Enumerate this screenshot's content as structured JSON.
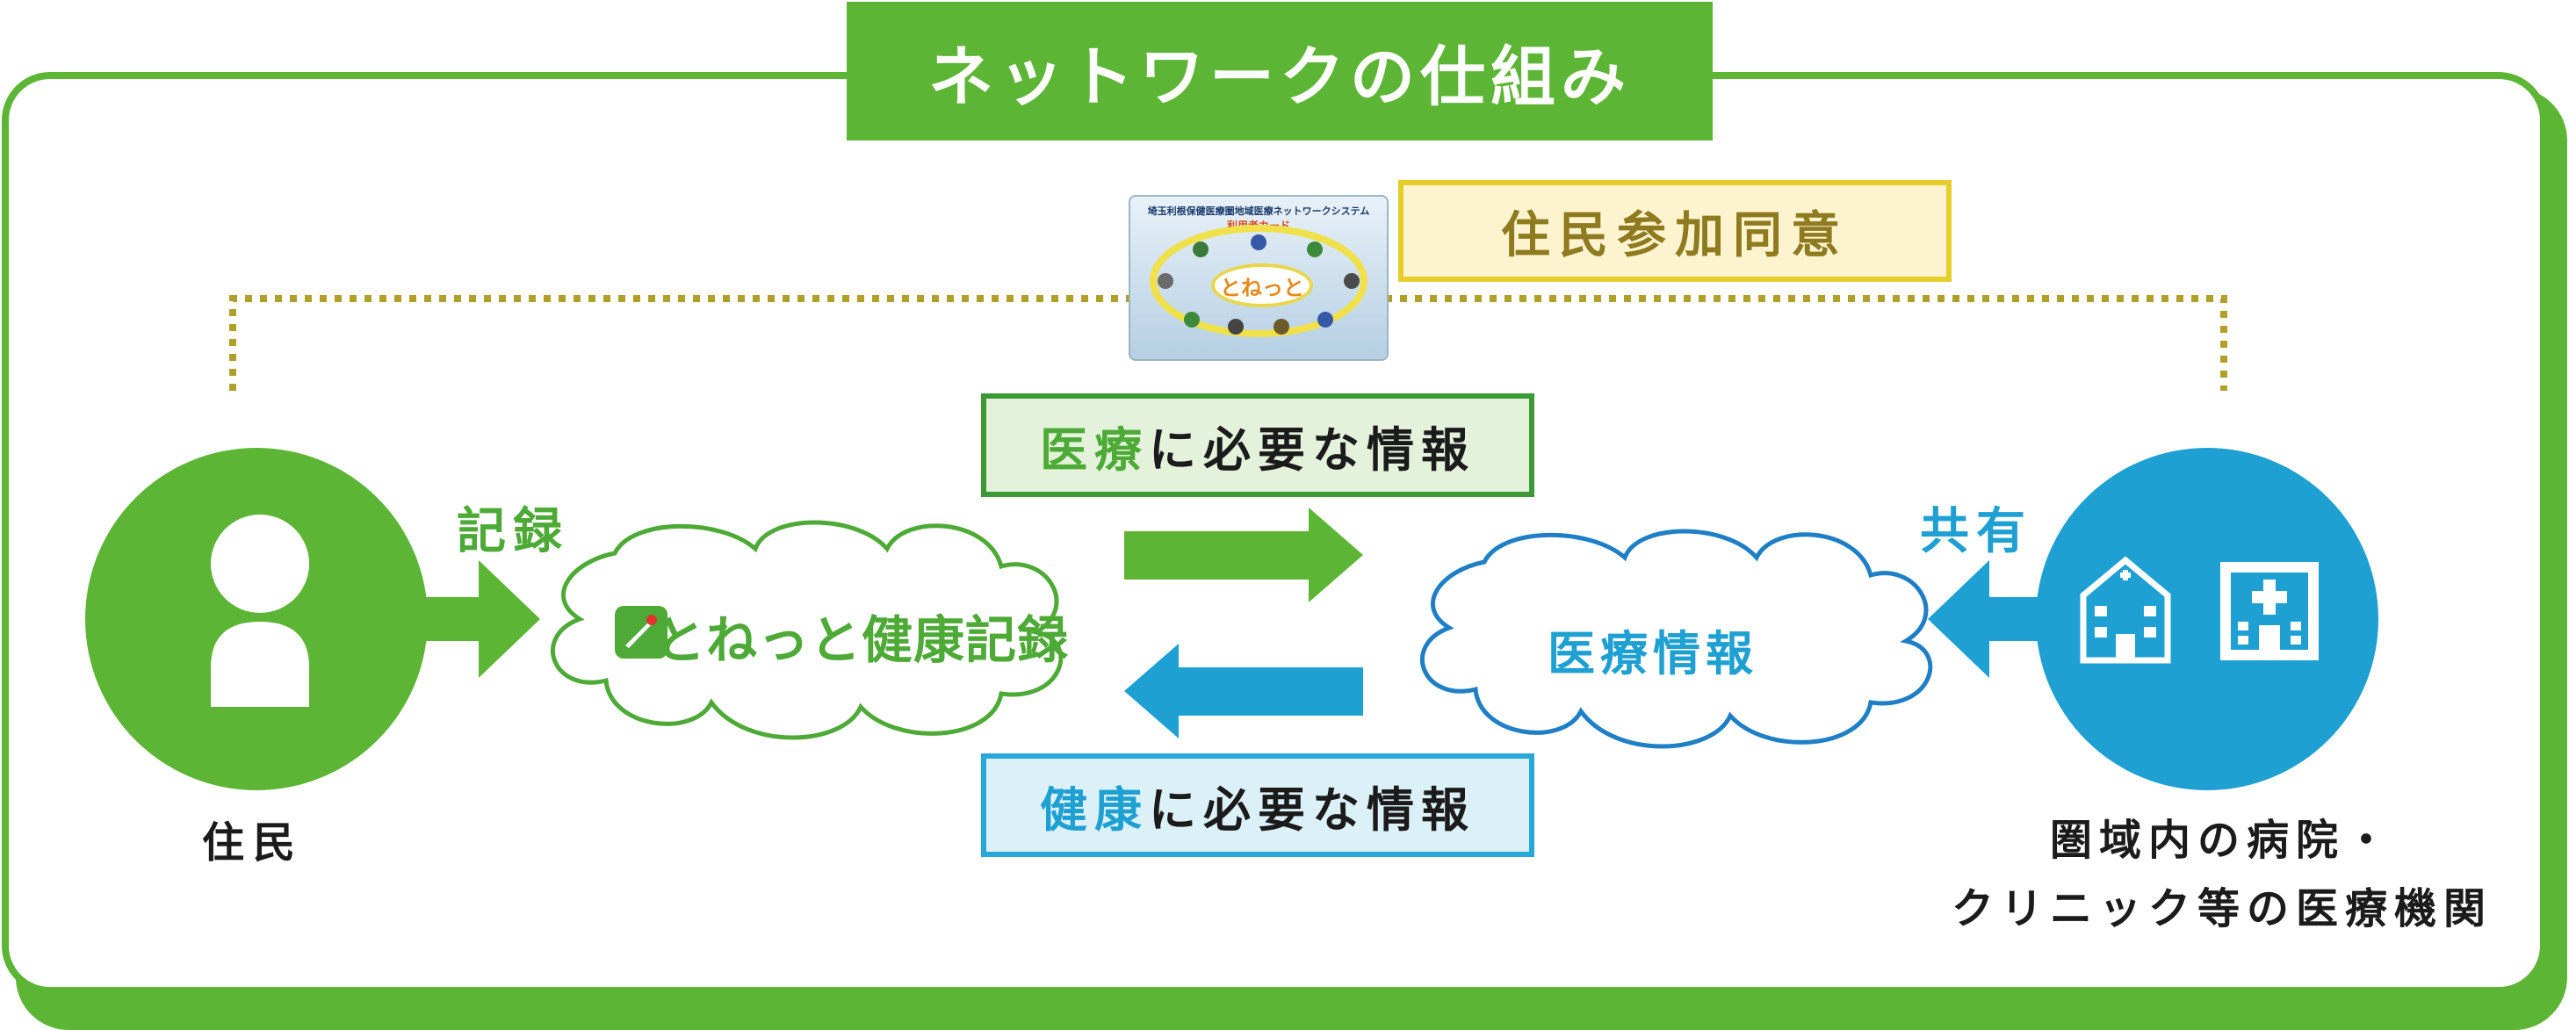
{
  "title": "ネットワークの仕組み",
  "consent": "住民参加同意",
  "card": {
    "header": "埼玉利根保健医療圏地域医療ネットワークシステム",
    "subtitle": "利用者カード",
    "name": "とねっと"
  },
  "info_medical": {
    "highlight": "医療",
    "rest": "に必要な情報"
  },
  "info_health": {
    "highlight": "健康",
    "rest": "に必要な情報"
  },
  "label_record": "記録",
  "label_share": "共有",
  "cloud_left": "とねっと健康記録",
  "cloud_right": "医療情報",
  "label_resident": "住民",
  "label_hospital_line1": "圏域内の病院・",
  "label_hospital_line2": "クリニック等の医療機関",
  "colors": {
    "green": "#5db535",
    "blue": "#1fa0d2",
    "yellow": "#e5cd2a"
  }
}
